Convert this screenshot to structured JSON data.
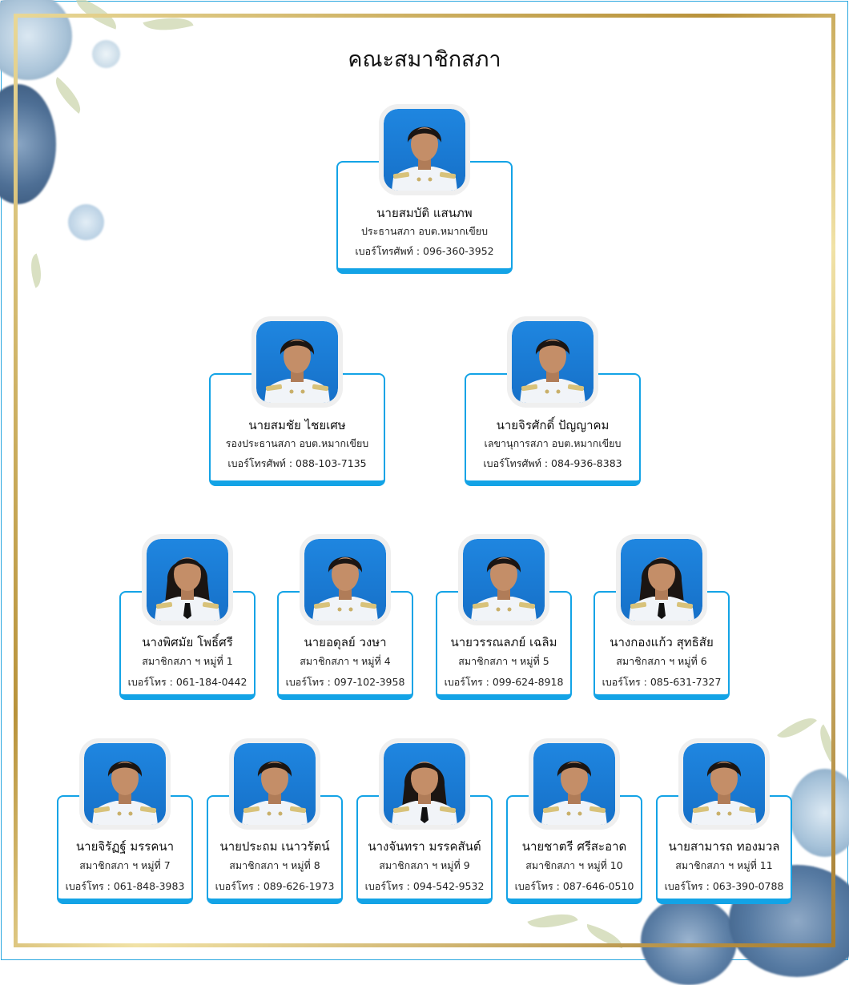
{
  "title": "คณะสมาชิกสภา",
  "colors": {
    "accent": "#13a3e6",
    "frame_gold": "#c9a94f",
    "photo_bg": "#1c7fd8"
  },
  "rows": [
    [
      {
        "name": "นายสมบัติ แสนภพ",
        "role": "ประธานสภา อบต.หมากเขียบ",
        "phone": "เบอร์โทรศัพท์ : 096-360-3952",
        "gender": "m"
      }
    ],
    [
      {
        "name": "นายสมชัย ไชยเศษ",
        "role": "รองประธานสภา อบต.หมากเขียบ",
        "phone": "เบอร์โทรศัพท์ : 088-103-7135",
        "gender": "m"
      },
      {
        "name": "นายจิรศักดิ์ ปัญญาคม",
        "role": "เลขานุการสภา อบต.หมากเขียบ",
        "phone": "เบอร์โทรศัพท์ : 084-936-8383",
        "gender": "m"
      }
    ],
    [
      {
        "name": "นางพิศมัย  โพธิ์ศรี",
        "role": "สมาชิกสภา ฯ หมู่ที่ 1",
        "phone": "เบอร์โทร : 061-184-0442",
        "gender": "f"
      },
      {
        "name": "นายอดุลย์ วงษา",
        "role": "สมาชิกสภา ฯ หมู่ที่ 4",
        "phone": "เบอร์โทร : 097-102-3958",
        "gender": "m"
      },
      {
        "name": "นายวรรณลภย์ เฉลิม",
        "role": "สมาชิกสภา ฯ หมู่ที่ 5",
        "phone": "เบอร์โทร : 099-624-8918",
        "gender": "m"
      },
      {
        "name": "นางกองแก้ว สุทธิสัย",
        "role": "สมาชิกสภา ฯ หมู่ที่ 6",
        "phone": "เบอร์โทร : 085-631-7327",
        "gender": "f"
      }
    ],
    [
      {
        "name": "นายจิรัฏฐ์ มรรคนา",
        "role": "สมาชิกสภา ฯ หมู่ที่ 7",
        "phone": "เบอร์โทร : 061-848-3983",
        "gender": "m"
      },
      {
        "name": "นายประถม เนาวรัตน์",
        "role": "สมาชิกสภา ฯ หมู่ที่ 8",
        "phone": "เบอร์โทร : 089-626-1973",
        "gender": "m"
      },
      {
        "name": "นางจันทรา มรรคสันต์",
        "role": "สมาชิกสภา ฯ หมู่ที่ 9",
        "phone": "เบอร์โทร : 094-542-9532",
        "gender": "f"
      },
      {
        "name": "นายชาตรี ศรีสะอาด",
        "role": "สมาชิกสภา ฯ หมู่ที่ 10",
        "phone": "เบอร์โทร : 087-646-0510",
        "gender": "m"
      },
      {
        "name": "นายสามารถ  ทองมวล",
        "role": "สมาชิกสภา ฯ หมู่ที่ 11",
        "phone": "เบอร์โทร : 063-390-0788",
        "gender": "m"
      }
    ]
  ]
}
